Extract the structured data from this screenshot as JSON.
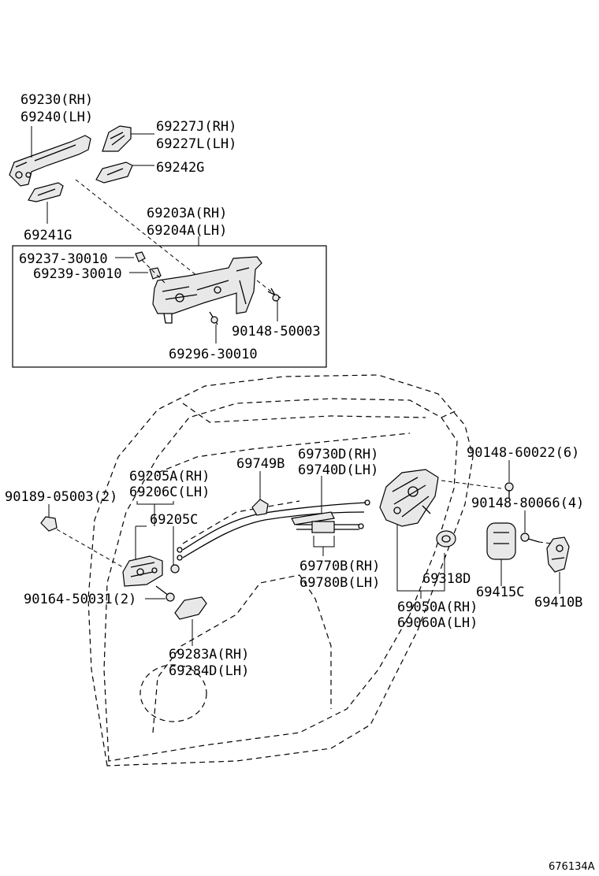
{
  "labels": {
    "handle_rh": "69230(RH)",
    "handle_lh": "69240(LH)",
    "cover_rh": "69227J(RH)",
    "cover_lh": "69227L(LH)",
    "pad_242g": "69242G",
    "pad_241g": "69241G",
    "frame_rh": "69203A(RH)",
    "frame_lh": "69204A(LH)",
    "bolt_237": "69237-30010",
    "bolt_239": "69239-30010",
    "screw_148_50003": "90148-50003",
    "screw_296": "69296-30010",
    "inside_handle_rh": "69205A(RH)",
    "inside_handle_lh": "69206C(LH)",
    "inside_handle_c": "69205C",
    "clip_189": "90189-05003(2)",
    "screw_164": "90164-50031(2)",
    "bezel_rh": "69283A(RH)",
    "bezel_lh": "69284D(LH)",
    "clip_749b": "69749B",
    "cable_rh": "69730D(RH)",
    "cable_lh": "69740D(LH)",
    "rod_rh": "69770B(RH)",
    "rod_lh": "69780B(LH)",
    "screw_148_60022": "90148-60022(6)",
    "screw_148_80066": "90148-80066(4)",
    "seal_318d": "69318D",
    "lock_rh": "69050A(RH)",
    "lock_lh": "69060A(LH)",
    "plate_415c": "69415C",
    "striker_410b": "69410B",
    "drawing_number": "676134A"
  }
}
